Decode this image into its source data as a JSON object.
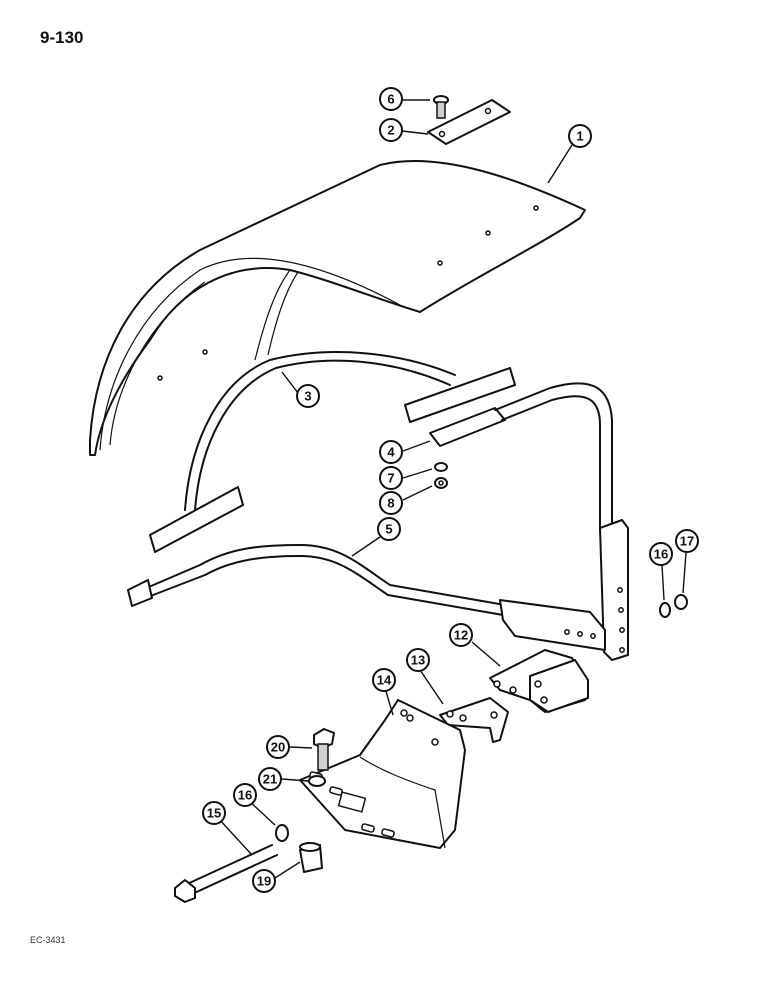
{
  "page_number": "9-130",
  "figure_code": "EC-3431",
  "callouts": {
    "c1": "1",
    "c2": "2",
    "c3": "3",
    "c4": "4",
    "c5": "5",
    "c6": "6",
    "c7": "7",
    "c8": "8",
    "c12": "12",
    "c13": "13",
    "c14": "14",
    "c15": "15",
    "c16a": "16",
    "c16b": "16",
    "c17": "17",
    "c19": "19",
    "c20": "20",
    "c21": "21"
  }
}
